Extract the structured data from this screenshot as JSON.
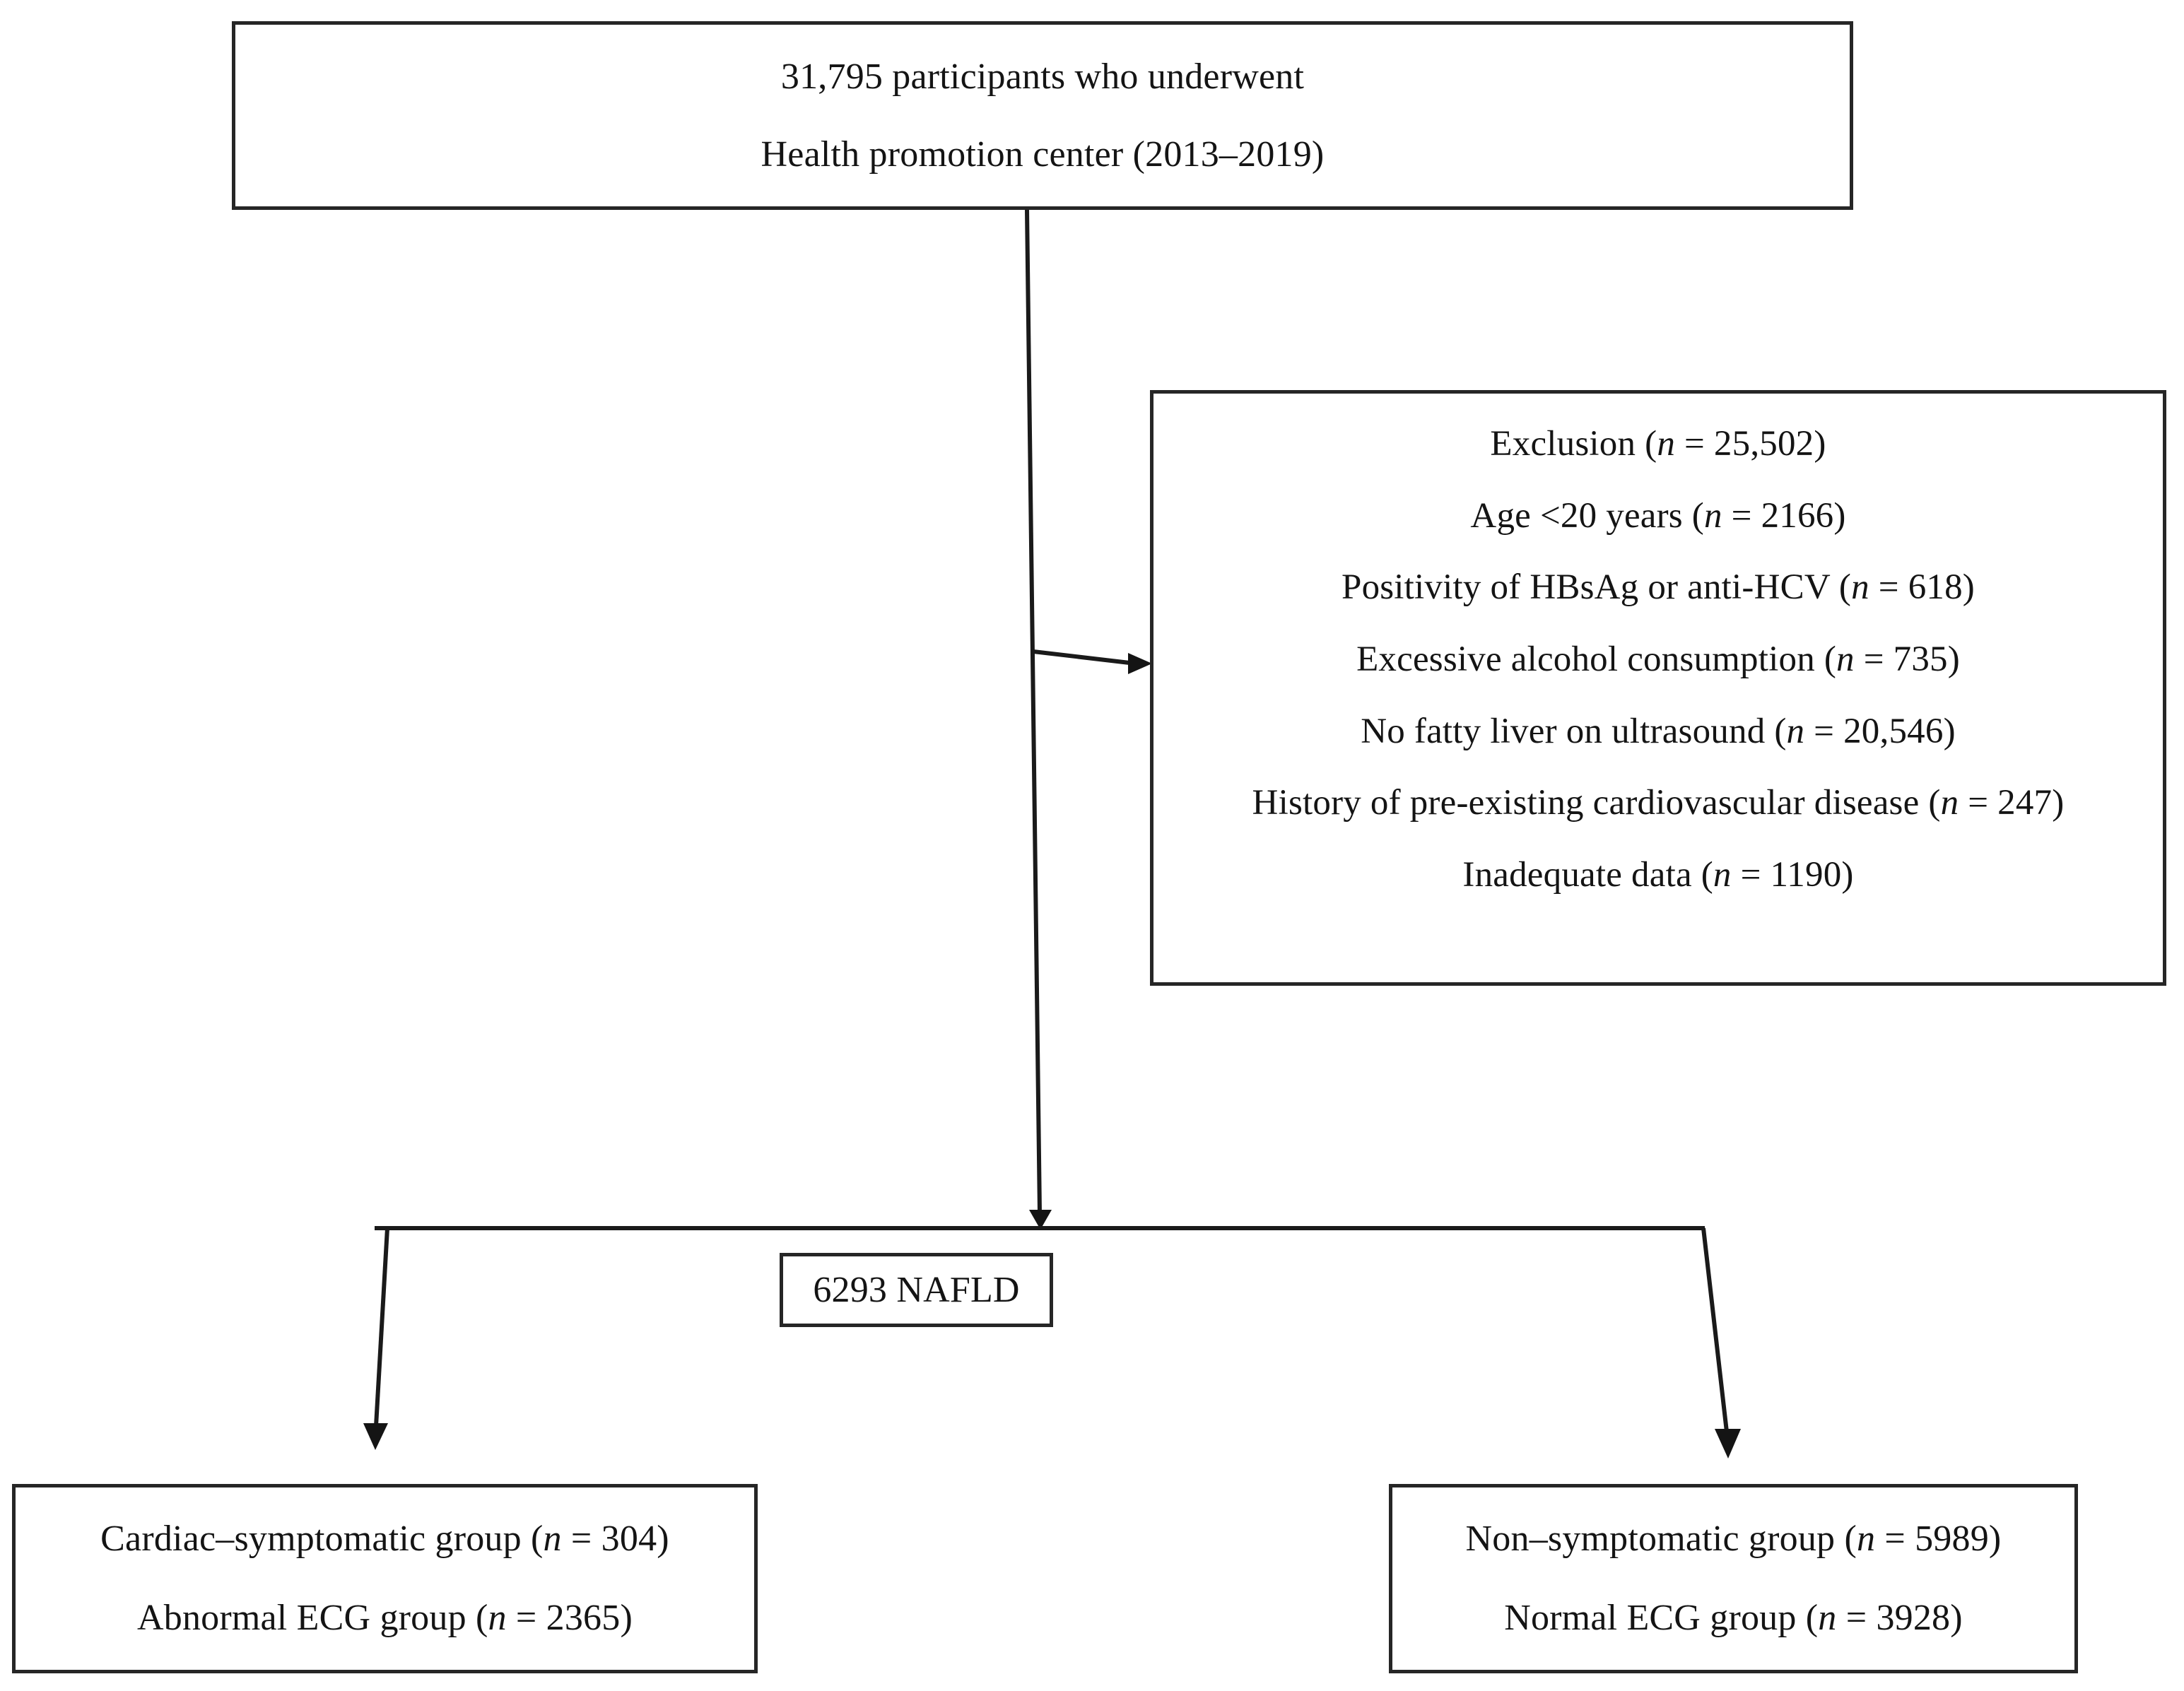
{
  "figure": {
    "type": "flowchart",
    "title": "Study participant selection flow diagram",
    "colors": {
      "box_border": "#262626",
      "text": "#141414",
      "connector": "#1a1a1a",
      "background": "#ffffff"
    }
  },
  "nodes": {
    "source": {
      "lines": [
        "31,795 participants who underwent",
        "Health promotion center (2013–2019)"
      ]
    },
    "exclusion": {
      "lines": [
        {
          "label": "Exclusion",
          "n_prefix": " (",
          "n_italic": "n",
          "n_eq": " = ",
          "n_value": "25,502",
          "n_suffix": ")"
        },
        {
          "label": "Age <20 years",
          "n_prefix": " (",
          "n_italic": "n",
          "n_eq": " = ",
          "n_value": "2166",
          "n_suffix": ")"
        },
        {
          "label": "Positivity of HBsAg or anti-HCV",
          "n_prefix": " (",
          "n_italic": "n",
          "n_eq": " = ",
          "n_value": "618",
          "n_suffix": ")"
        },
        {
          "label": "Excessive alcohol consumption",
          "n_prefix": " (",
          "n_italic": "n",
          "n_eq": " = ",
          "n_value": "735",
          "n_suffix": ")"
        },
        {
          "label": "No fatty liver on ultrasound",
          "n_prefix": " (",
          "n_italic": "n",
          "n_eq": " = ",
          "n_value": "20,546",
          "n_suffix": ")"
        },
        {
          "label": "History of pre-existing cardiovascular disease",
          "n_prefix": " (",
          "n_italic": "n",
          "n_eq": " = ",
          "n_value": "247",
          "n_suffix": ")"
        },
        {
          "label": "Inadequate data",
          "n_prefix": " (",
          "n_italic": "n",
          "n_eq": " = ",
          "n_value": "1190",
          "n_suffix": ")"
        }
      ]
    },
    "nafld": {
      "lines": [
        "6293 NAFLD"
      ]
    },
    "cardiac_group": {
      "lines": [
        {
          "label": "Cardiac–symptomatic group",
          "n_prefix": " (",
          "n_italic": "n",
          "n_eq": " = ",
          "n_value": "304",
          "n_suffix": ")"
        },
        {
          "label": "Abnormal ECG group",
          "n_prefix": " (",
          "n_italic": "n",
          "n_eq": " = ",
          "n_value": "2365",
          "n_suffix": ")"
        }
      ]
    },
    "nonsymptomatic_group": {
      "lines": [
        {
          "label": "Non–symptomatic group",
          "n_prefix": " (",
          "n_italic": "n",
          "n_eq": " = ",
          "n_value": "5989",
          "n_suffix": ")"
        },
        {
          "label": "Normal ECG group",
          "n_prefix": " (",
          "n_italic": "n",
          "n_eq": " = ",
          "n_value": "3928",
          "n_suffix": ")"
        }
      ]
    }
  },
  "connectors": [
    {
      "name": "source-to-split",
      "from": "source",
      "to": "split-junction",
      "arrow": true
    },
    {
      "name": "trunk-to-exclusion",
      "from": "source-trunk",
      "to": "exclusion",
      "arrow": true
    },
    {
      "name": "split-to-cardiac",
      "from": "split-junction",
      "to": "cardiac_group",
      "arrow": true
    },
    {
      "name": "split-to-nonsymptomatic",
      "from": "split-junction",
      "to": "nonsymptomatic_group",
      "arrow": true
    }
  ]
}
